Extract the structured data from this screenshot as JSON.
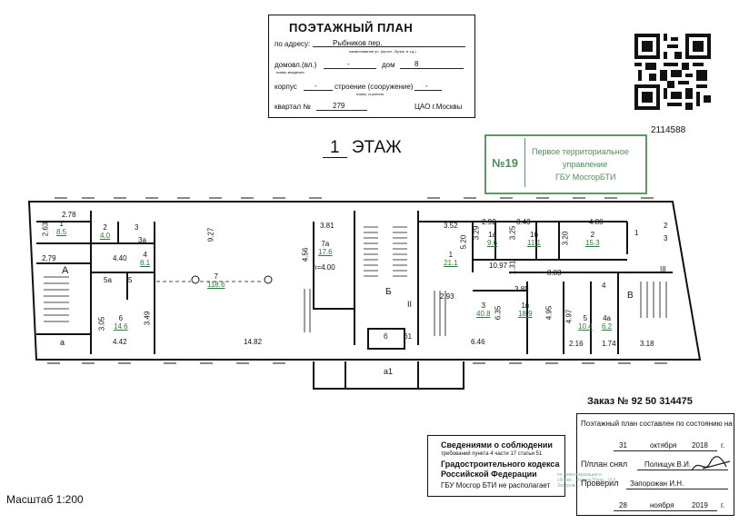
{
  "header": {
    "title": "ПОЭТАЖНЫЙ ПЛАН",
    "address_label": "по адресу:",
    "address_value": "Рыбников пер.",
    "address_hint": "наименование ул. (просп., бульв. и т.д.)",
    "domovl_label": "домовл.(вл.)",
    "domovl_value": "-",
    "domovl_hint": "номер владения",
    "dom_label": "дом",
    "dom_value": "8",
    "korpus_label": "корпус",
    "korpus_value": "-",
    "stroenie_label": "строение (сооружение)",
    "stroenie_value": "-",
    "stroenie_hint": "номер строения",
    "kvartal_label": "квартал №",
    "kvartal_value": "279",
    "district": "ЦАО г.Москвы"
  },
  "doc_number": "2114588",
  "floor_label_number": "1",
  "floor_label_text": "ЭТАЖ",
  "stamp": {
    "number": "№19",
    "line1": "Первое территориальное",
    "line2": "управление",
    "line3": "ГБУ МосгорБТИ"
  },
  "plan": {
    "rooms": [
      {
        "id": "1",
        "area": "8.5",
        "dim": "2.78"
      },
      {
        "id": "2",
        "area": "4.0"
      },
      {
        "id": "3",
        "area": ""
      },
      {
        "id": "3а",
        "area": ""
      },
      {
        "id": "4",
        "area": "8.1"
      },
      {
        "id": "5а",
        "area": ""
      },
      {
        "id": "5",
        "area": ""
      },
      {
        "id": "6",
        "area": "14.6"
      },
      {
        "id": "7",
        "area": "118.6"
      },
      {
        "id": "7а",
        "area": "17.6"
      },
      {
        "id": "1",
        "area": "21.1"
      },
      {
        "id": "1а",
        "area": "9.6"
      },
      {
        "id": "1б",
        "area": "11.1"
      },
      {
        "id": "2",
        "area": "15.3"
      },
      {
        "id": "3",
        "area": "40.8"
      },
      {
        "id": "1в",
        "area": "18.9"
      },
      {
        "id": "5",
        "area": "10.4"
      },
      {
        "id": "4а",
        "area": "6.2"
      },
      {
        "id": "4",
        "area": ""
      },
      {
        "id": "1",
        "area": ""
      },
      {
        "id": "2",
        "area": ""
      },
      {
        "id": "3",
        "area": ""
      }
    ],
    "letters": {
      "a_big": "А",
      "a_small": "а",
      "b_big": "Б",
      "b_small": "б",
      "b_small2": "б1",
      "v_big": "В",
      "a1": "а1",
      "roman2": "II",
      "roman3": "III"
    },
    "dims": {
      "d263": "2.63",
      "d279": "2.79",
      "d440": "4.40",
      "d305": "3.05",
      "d349": "3.49",
      "d442": "4.42",
      "d927": "9.27",
      "d1482": "14.82",
      "d381": "3.81",
      "d456": "4.56",
      "h400": "h=4.00",
      "d352": "3.52",
      "d520": "5.20",
      "d292": "2.92",
      "d329": "3.29",
      "d343": "3.43",
      "d325": "3.25",
      "d480": "4.80",
      "d320": "3.20",
      "d1097": "10.97",
      "d131": "1.31",
      "d883": "8.83",
      "d293": "2.93",
      "d385": "3.85",
      "d635": "6.35",
      "d495": "4.95",
      "d497": "4.97",
      "d646": "6.46",
      "d216": "2.16",
      "d174": "1.74",
      "d318": "3.18"
    }
  },
  "order": "Заказ № 92 50 314475",
  "compliance": {
    "line1": "Сведениями о соблюдении",
    "line2": "требований пункта 4 части 17 статьи 51",
    "line3": "Градостроительного кодекса",
    "line4": "Российской Федерации",
    "line5": "ГБУ  Мосгор БТИ не располагает"
  },
  "state": {
    "title": "Поэтажный план составлен по состоянию на",
    "date1_day": "31",
    "date1_month": "октября",
    "date1_year": "2018",
    "year_suffix": "г.",
    "snyal_label": "П/план снял",
    "snyal_name": "Полищук В.И.",
    "proveril_label": "Проверил",
    "proveril_name": "Запорожан И.Н.",
    "date2_day": "28",
    "date2_month": "ноября",
    "date2_year": "2019",
    "overlay_stamp": "по инвентаризации и сборке... отдела Перв... И.Х. Запорож..."
  },
  "scale": "Масштаб 1:200",
  "colors": {
    "stamp_green": "#4f8c58",
    "ink": "#111111",
    "area_green": "#2e7a3a"
  }
}
